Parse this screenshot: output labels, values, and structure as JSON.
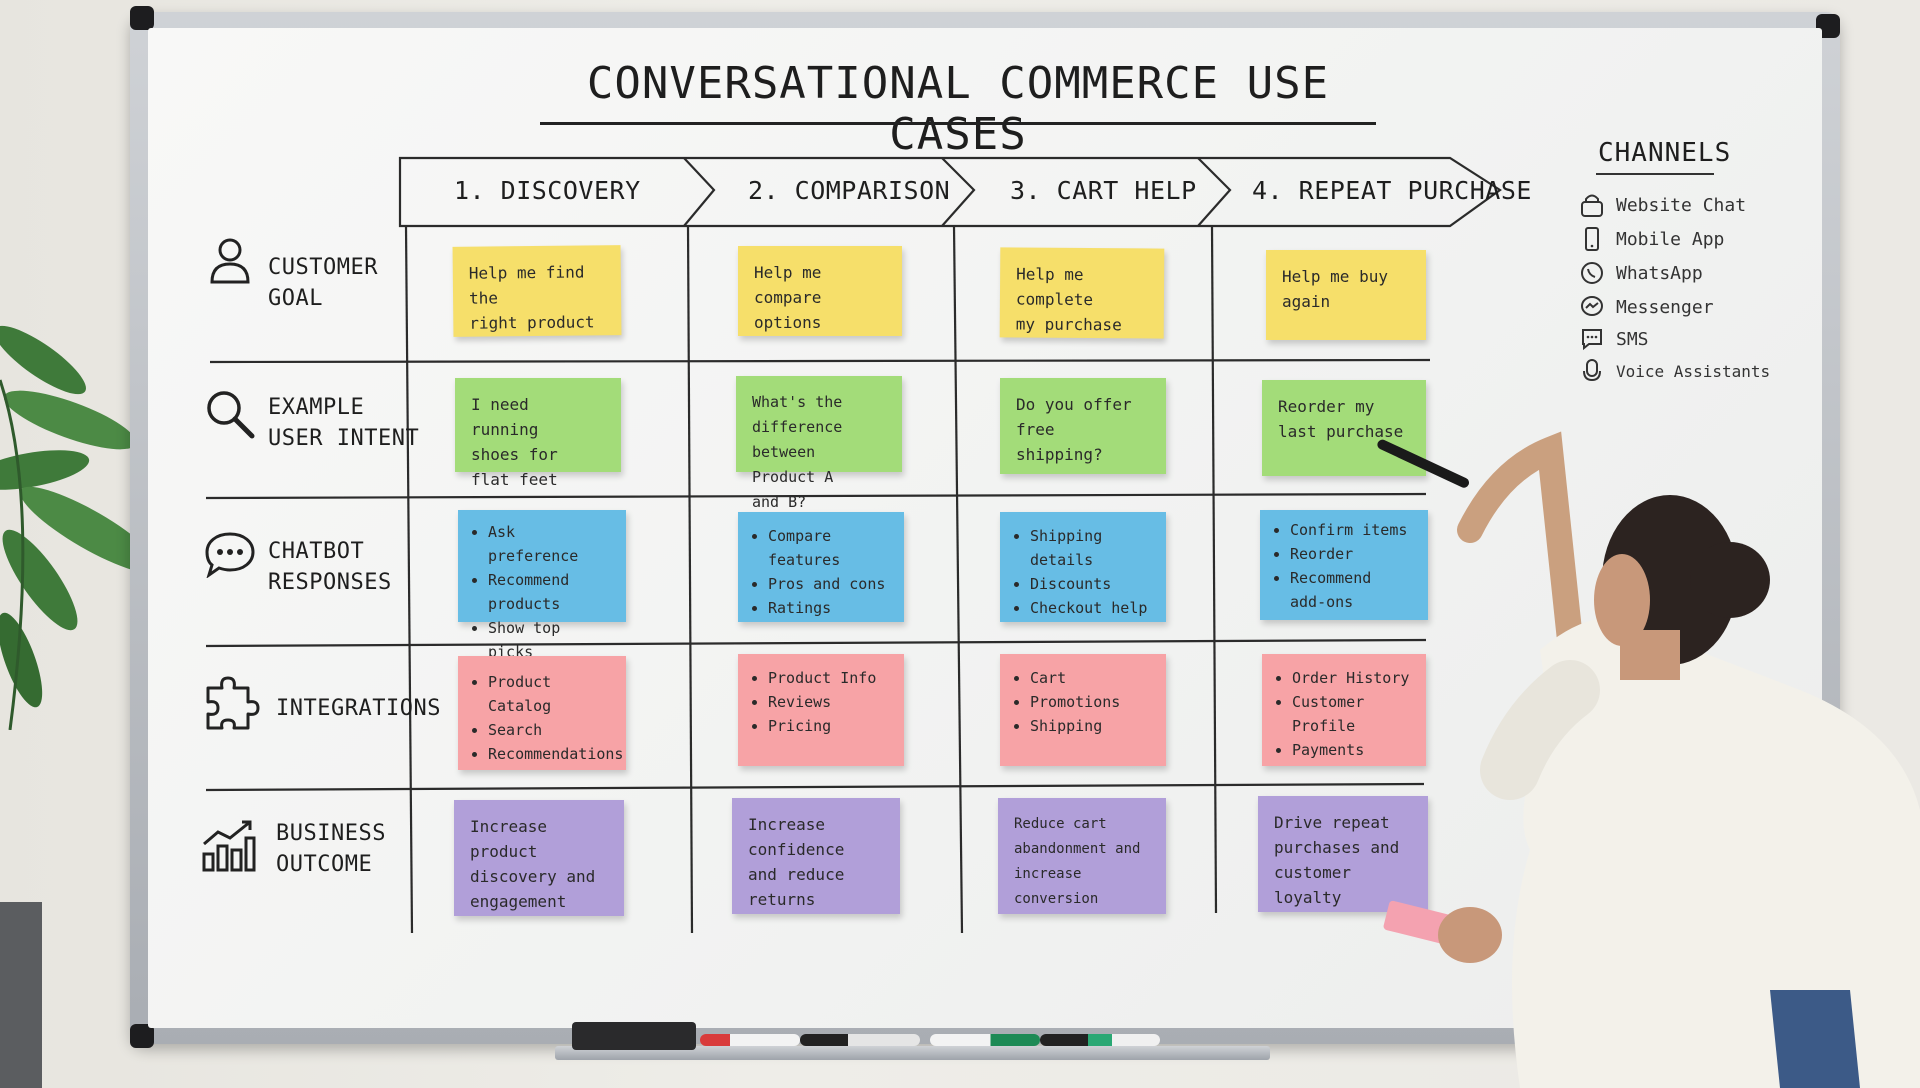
{
  "title": "CONVERSATIONAL COMMERCE USE CASES",
  "stages": [
    {
      "label": "1. DISCOVERY"
    },
    {
      "label": "2. COMPARISON"
    },
    {
      "label": "3. CART HELP"
    },
    {
      "label": "4. REPEAT PURCHASE"
    }
  ],
  "rows": [
    {
      "line1": "CUSTOMER",
      "line2": "GOAL",
      "icon": "person-icon"
    },
    {
      "line1": "EXAMPLE",
      "line2": "USER INTENT",
      "icon": "magnifier-icon"
    },
    {
      "line1": "CHATBOT",
      "line2": "RESPONSES",
      "icon": "chat-bubble-icon"
    },
    {
      "line1": "INTEGRATIONS",
      "line2": "",
      "icon": "puzzle-piece-icon"
    },
    {
      "line1": "BUSINESS",
      "line2": "OUTCOME",
      "icon": "growth-chart-icon"
    }
  ],
  "notes": {
    "goal": [
      {
        "line1": "Help me find the",
        "line2": "right product"
      },
      {
        "line1": "Help me compare",
        "line2": "options"
      },
      {
        "line1": "Help me complete",
        "line2": "my purchase"
      },
      {
        "line1": "Help me buy",
        "line2": "again"
      }
    ],
    "intent": [
      {
        "line1": "I need running",
        "line2": "shoes for flat feet",
        "line3": ""
      },
      {
        "line1": "What's the difference",
        "line2": "between Product A",
        "line3": "and B?"
      },
      {
        "line1": "Do you offer",
        "line2": "free shipping?",
        "line3": ""
      },
      {
        "line1": "Reorder my",
        "line2": "last purchase",
        "line3": ""
      }
    ],
    "responses": [
      {
        "items": [
          "Ask preference",
          "Recommend products",
          "Show top picks"
        ]
      },
      {
        "items": [
          "Compare features",
          "Pros and cons",
          "Ratings"
        ]
      },
      {
        "items": [
          "Shipping details",
          "Discounts",
          "Checkout help"
        ]
      },
      {
        "items": [
          "Confirm items",
          "Reorder",
          "Recommend add-ons"
        ]
      }
    ],
    "integrations": [
      {
        "items": [
          "Product Catalog",
          "Search",
          "Recommendations"
        ]
      },
      {
        "items": [
          "Product Info",
          "Reviews",
          "Pricing"
        ]
      },
      {
        "items": [
          "Cart",
          "Promotions",
          "Shipping"
        ]
      },
      {
        "items": [
          "Order History",
          "Customer Profile",
          "Payments"
        ]
      }
    ],
    "outcomes": [
      {
        "line1": "Increase product",
        "line2": "discovery and",
        "line3": "engagement"
      },
      {
        "line1": "Increase confidence",
        "line2": "and reduce",
        "line3": "returns"
      },
      {
        "line1": "Reduce cart",
        "line2": "abandonment and",
        "line3": "increase conversion"
      },
      {
        "line1": "Drive repeat",
        "line2": "purchases and",
        "line3": "customer loyalty"
      }
    ]
  },
  "channels": {
    "title": "CHANNELS",
    "items": [
      {
        "label": "Website Chat",
        "icon": "lock-chat-icon"
      },
      {
        "label": "Mobile App",
        "icon": "phone-icon"
      },
      {
        "label": "WhatsApp",
        "icon": "whatsapp-icon"
      },
      {
        "label": "Messenger",
        "icon": "messenger-icon"
      },
      {
        "label": "SMS",
        "icon": "sms-icon"
      },
      {
        "label": "Voice Assistants",
        "icon": "microphone-icon"
      }
    ]
  },
  "colors": {
    "goal": "#f6df6a",
    "intent": "#a3dc79",
    "responses": "#67bde5",
    "integrations": "#f7a3a6",
    "outcomes": "#b19fd9"
  }
}
